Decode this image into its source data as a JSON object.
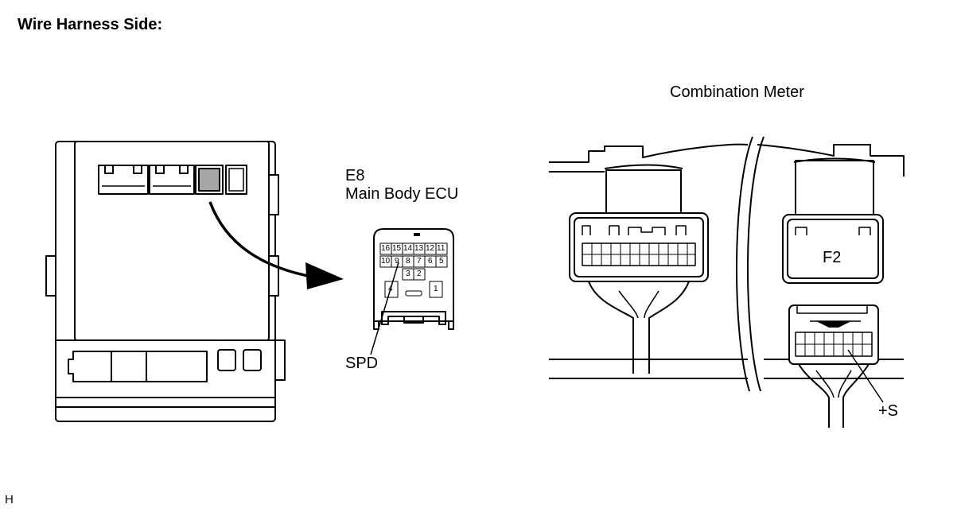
{
  "title": "Wire Harness Side:",
  "ecu": {
    "code": "E8",
    "name": "Main Body ECU",
    "terminal": "SPD"
  },
  "meter": {
    "name": "Combination Meter",
    "connector": "F2",
    "terminal": "+S"
  },
  "footer_code": "H",
  "ecu_pins": {
    "row1": [
      "16",
      "15",
      "14",
      "13",
      "12",
      "11"
    ],
    "row2": [
      "10",
      "9",
      "8",
      "7",
      "6",
      "5"
    ],
    "row3": [
      "3",
      "2"
    ],
    "left": "4",
    "right": "1"
  }
}
